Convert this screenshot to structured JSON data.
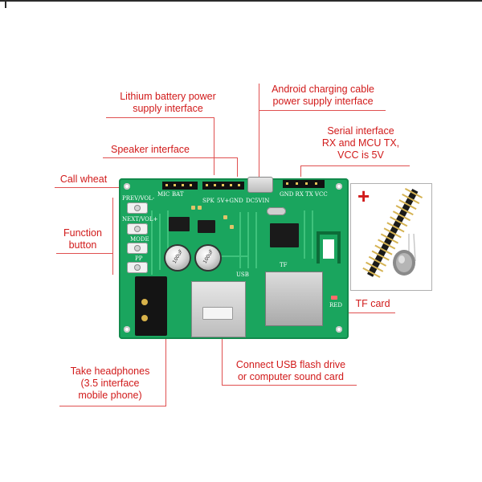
{
  "labels": {
    "lithium": [
      "Lithium battery power",
      "supply interface"
    ],
    "android": [
      "Android charging cable",
      "power supply interface"
    ],
    "speaker": [
      "Speaker interface"
    ],
    "serial": [
      "Serial interface",
      "RX and MCU TX,",
      "VCC is 5V"
    ],
    "call_wheat": [
      "Call wheat"
    ],
    "function": [
      "Function",
      "button"
    ],
    "tf_card": [
      "TF card"
    ],
    "headphones": [
      "Take headphones",
      "(3.5 interface",
      "mobile phone)"
    ],
    "usb": [
      "Connect  USB flash drive",
      "or computer sound card"
    ]
  },
  "silkscreen": {
    "prev_vol": "PREV/VOL-",
    "next_vol": "NEXT/VOL+",
    "mode": "MODE",
    "pp": "PP",
    "mic": "MIC",
    "spk": "SPK",
    "power": "5V+GND",
    "dc5v": "DC5VIN",
    "serial_pins": "GND RX TX VCC",
    "usb": "USB",
    "tf": "TF",
    "red": "RED",
    "bat": "BAT"
  },
  "colors": {
    "label_red": "#d11a1a",
    "board_green": "#1aa55e"
  },
  "icons": {
    "plus": "+"
  }
}
